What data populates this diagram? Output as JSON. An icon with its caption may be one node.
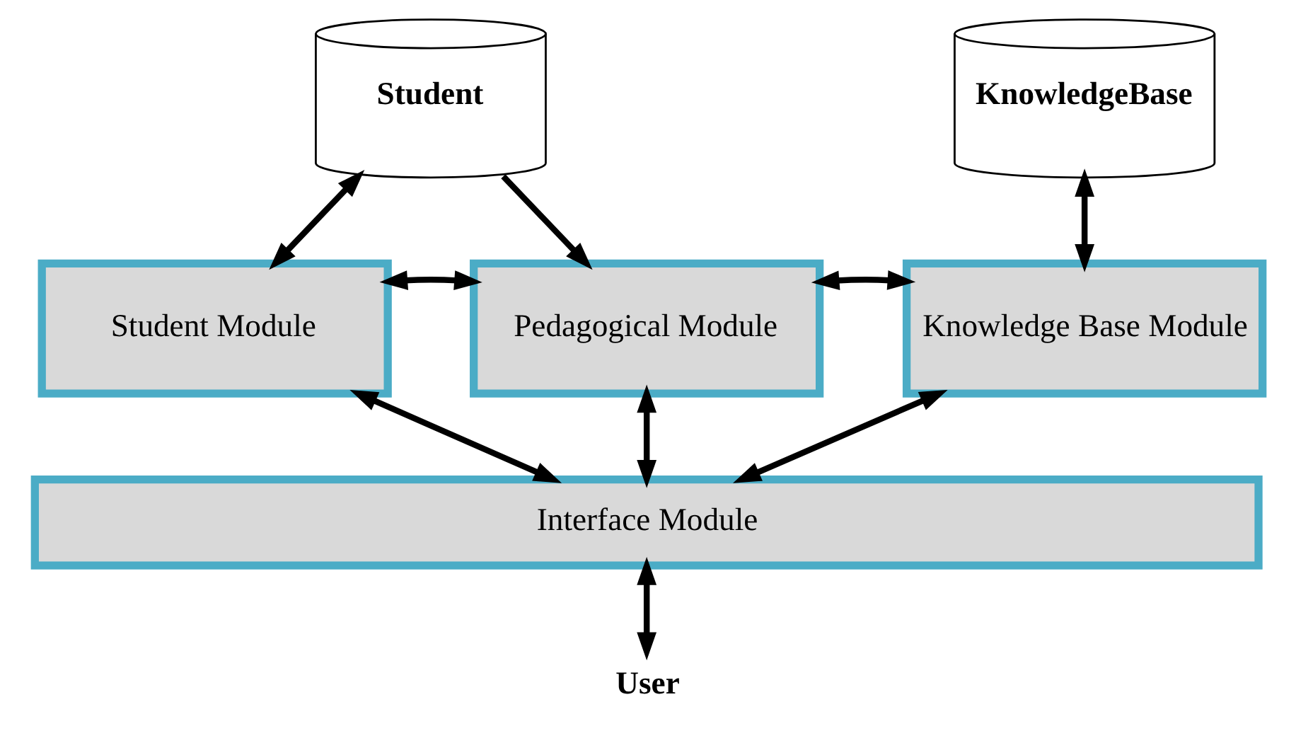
{
  "diagram": {
    "nodes": [
      {
        "text": [
          "Student"
        ]
      },
      {
        "text": [
          "KnowledgeBase"
        ]
      },
      {
        "text": [
          "Student Module"
        ]
      },
      {
        "text": [
          "Pedagogical Module"
        ]
      },
      {
        "text": [
          "Knowledge Base Module"
        ]
      },
      {
        "text": [
          "Interface Module"
        ]
      },
      {
        "text": [
          "User"
        ]
      }
    ],
    "edges": [
      {
        "from": 0,
        "to": 2,
        "arrow": "both"
      },
      {
        "from": 0,
        "to": 3,
        "arrow": "to"
      },
      {
        "from": 2,
        "to": 3,
        "arrow": "both"
      },
      {
        "from": 3,
        "to": 4,
        "arrow": "both"
      },
      {
        "from": 1,
        "to": 4,
        "arrow": "both"
      },
      {
        "from": 2,
        "to": 5,
        "arrow": "both"
      },
      {
        "from": 3,
        "to": 5,
        "arrow": "both"
      },
      {
        "from": 4,
        "to": 5,
        "arrow": "both"
      },
      {
        "from": 5,
        "to": 6,
        "arrow": "both"
      }
    ]
  }
}
